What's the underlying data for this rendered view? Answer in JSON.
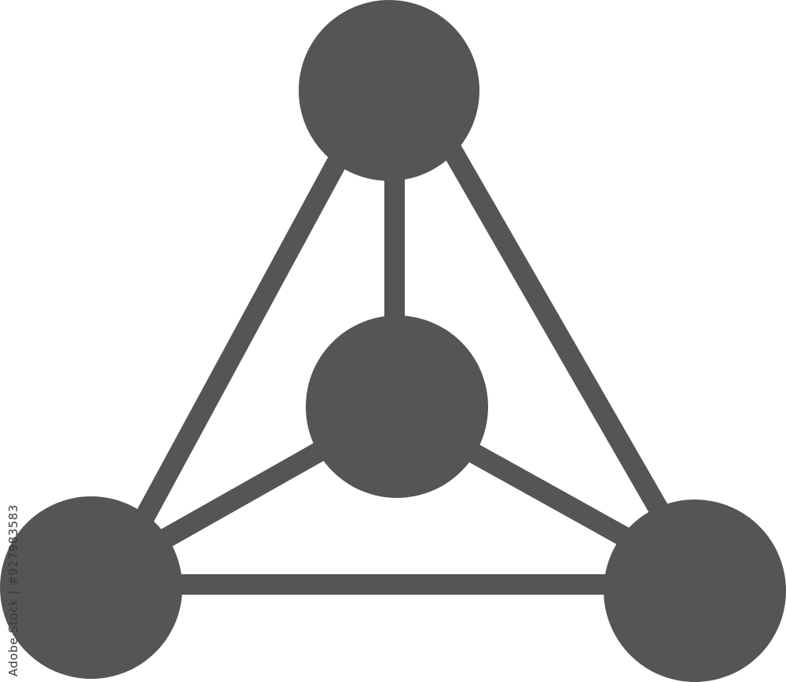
{
  "icon": {
    "name": "molecule-structure-icon",
    "fill_color": "#555557",
    "background_color": "#ffffff"
  },
  "watermark": {
    "brand": "Adobe Stock",
    "stock_id": "#927983583",
    "stock_id_text": "Adobe Stock | #927983583"
  }
}
